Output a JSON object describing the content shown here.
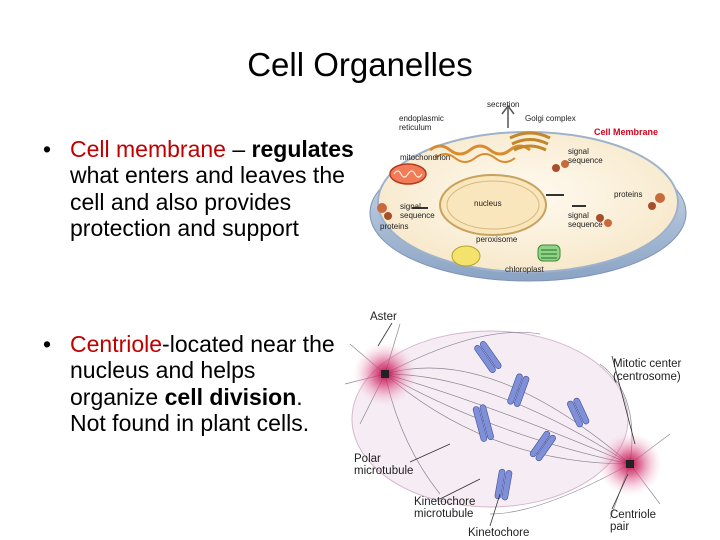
{
  "slide": {
    "title": "Cell Organelles",
    "bullets": [
      {
        "symbol": "•",
        "term": "Cell membrane",
        "dash": " – ",
        "bold1": "regulates",
        "rest": " what enters and leaves the cell and also provides protection and support"
      },
      {
        "symbol": "•",
        "term": "Centriole",
        "rest1": "-located near the nucleus and helps organize ",
        "bold1": "cell division",
        "rest2": ".  Not found in plant cells."
      }
    ]
  },
  "cell_diagram": {
    "labels": {
      "secretion": "secretion",
      "golgi": "Golgi complex",
      "er": "endoplasmic\nreticulum",
      "membrane": "Cell Membrane",
      "mito": "mitochondrion",
      "signal_seq_tr": "signal\nsequence",
      "nucleus": "nucleus",
      "proteins_r": "proteins",
      "signal_seq_l": "signal\nsequence",
      "proteins_l": "proteins",
      "signal_seq_br": "signal\nsequence",
      "peroxisome": "peroxisome",
      "chloroplast": "chloroplast"
    },
    "colors": {
      "membrane": "#aebfd6",
      "cytoplasm": "#fdf3dc",
      "nucleus": "#f8e3b8",
      "membrane_label": "#d0021b"
    }
  },
  "mitosis_diagram": {
    "labels": {
      "aster": "Aster",
      "mitotic_center": "Mitotic center\n(centrosome)",
      "polar": "Polar\nmicrotubule",
      "kmt": "Kinetochore\nmicrotubule",
      "centriole_pair": "Centriole\npair",
      "kinetochore": "Kinetochore"
    },
    "colors": {
      "aster_glow": "#c8125a",
      "chromosome": "#7f90d8"
    }
  }
}
